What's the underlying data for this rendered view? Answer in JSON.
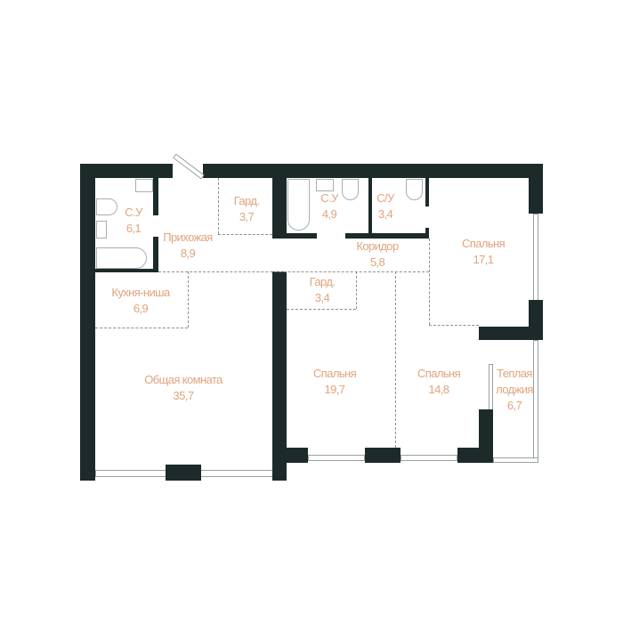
{
  "colors": {
    "wall": "#1c2a2a",
    "label": "#e0a47e",
    "dashed": "#8a9090"
  },
  "rooms": [
    {
      "name": "С.У",
      "area": "6,1"
    },
    {
      "name": "Прихожая",
      "area": "8,9"
    },
    {
      "name": "Гард.",
      "area": "3,7"
    },
    {
      "name": "С.У",
      "area": "4,9"
    },
    {
      "name": "С/У",
      "area": "3,4"
    },
    {
      "name": "Коридор",
      "area": "5,8"
    },
    {
      "name": "Спальня",
      "area": "17,1"
    },
    {
      "name": "Кухня-ниша",
      "area": "6,9"
    },
    {
      "name": "Гард.",
      "area": "3,4"
    },
    {
      "name": "Общая комната",
      "area": "35,7"
    },
    {
      "name": "Спальня",
      "area": "19,7"
    },
    {
      "name": "Спальня",
      "area": "14,8"
    },
    {
      "name": "Теплая лоджия",
      "area": "6,7"
    }
  ]
}
